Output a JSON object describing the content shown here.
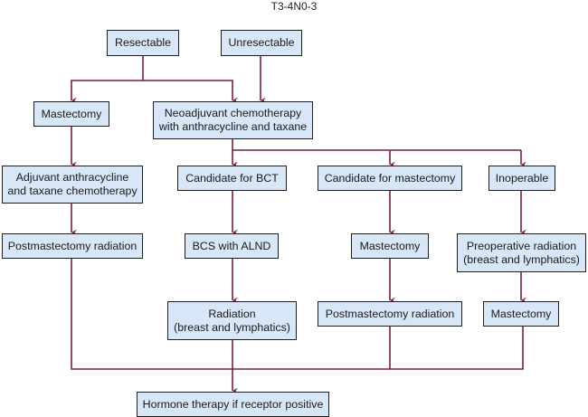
{
  "title": "T3-4N0-3",
  "colors": {
    "edge": "#7a1f45",
    "node_fill": "#d7e7f8",
    "node_border": "#1e1e1e"
  },
  "nodes": [
    {
      "id": "resectable",
      "label": "Resectable"
    },
    {
      "id": "unresectable",
      "label": "Unresectable"
    },
    {
      "id": "mastectomy-1",
      "label": "Mastectomy"
    },
    {
      "id": "neoadjuvant",
      "label": "Neoadjuvant chemotherapy\nwith anthracycline and taxane"
    },
    {
      "id": "adjuvant",
      "label": "Adjuvant anthracycline\nand taxane chemotherapy"
    },
    {
      "id": "candidate-bct",
      "label": "Candidate for BCT"
    },
    {
      "id": "candidate-mastectomy",
      "label": "Candidate for mastectomy"
    },
    {
      "id": "inoperable",
      "label": "Inoperable"
    },
    {
      "id": "postmastectomy-radiation-1",
      "label": "Postmastectomy radiation"
    },
    {
      "id": "bcs-alnd",
      "label": "BCS with ALND"
    },
    {
      "id": "mastectomy-2",
      "label": "Mastectomy"
    },
    {
      "id": "preoperative-radiation",
      "label": "Preoperative radiation\n(breast and lymphatics)"
    },
    {
      "id": "radiation",
      "label": "Radiation\n(breast and lymphatics)"
    },
    {
      "id": "postmastectomy-radiation-2",
      "label": "Postmastectomy radiation"
    },
    {
      "id": "mastectomy-3",
      "label": "Mastectomy"
    },
    {
      "id": "hormone-therapy",
      "label": "Hormone therapy if receptor positive"
    }
  ],
  "edges": [
    {
      "from": "resectable",
      "to": "mastectomy-1"
    },
    {
      "from": "resectable",
      "to": "neoadjuvant"
    },
    {
      "from": "unresectable",
      "to": "neoadjuvant"
    },
    {
      "from": "mastectomy-1",
      "to": "adjuvant"
    },
    {
      "from": "adjuvant",
      "to": "postmastectomy-radiation-1"
    },
    {
      "from": "neoadjuvant",
      "to": "candidate-bct"
    },
    {
      "from": "neoadjuvant",
      "to": "candidate-mastectomy"
    },
    {
      "from": "neoadjuvant",
      "to": "inoperable"
    },
    {
      "from": "candidate-bct",
      "to": "bcs-alnd"
    },
    {
      "from": "bcs-alnd",
      "to": "radiation"
    },
    {
      "from": "candidate-mastectomy",
      "to": "mastectomy-2"
    },
    {
      "from": "mastectomy-2",
      "to": "postmastectomy-radiation-2"
    },
    {
      "from": "inoperable",
      "to": "preoperative-radiation"
    },
    {
      "from": "preoperative-radiation",
      "to": "mastectomy-3"
    },
    {
      "from": "postmastectomy-radiation-1",
      "to": "hormone-therapy"
    },
    {
      "from": "radiation",
      "to": "hormone-therapy"
    },
    {
      "from": "postmastectomy-radiation-2",
      "to": "hormone-therapy"
    },
    {
      "from": "mastectomy-3",
      "to": "hormone-therapy"
    }
  ]
}
